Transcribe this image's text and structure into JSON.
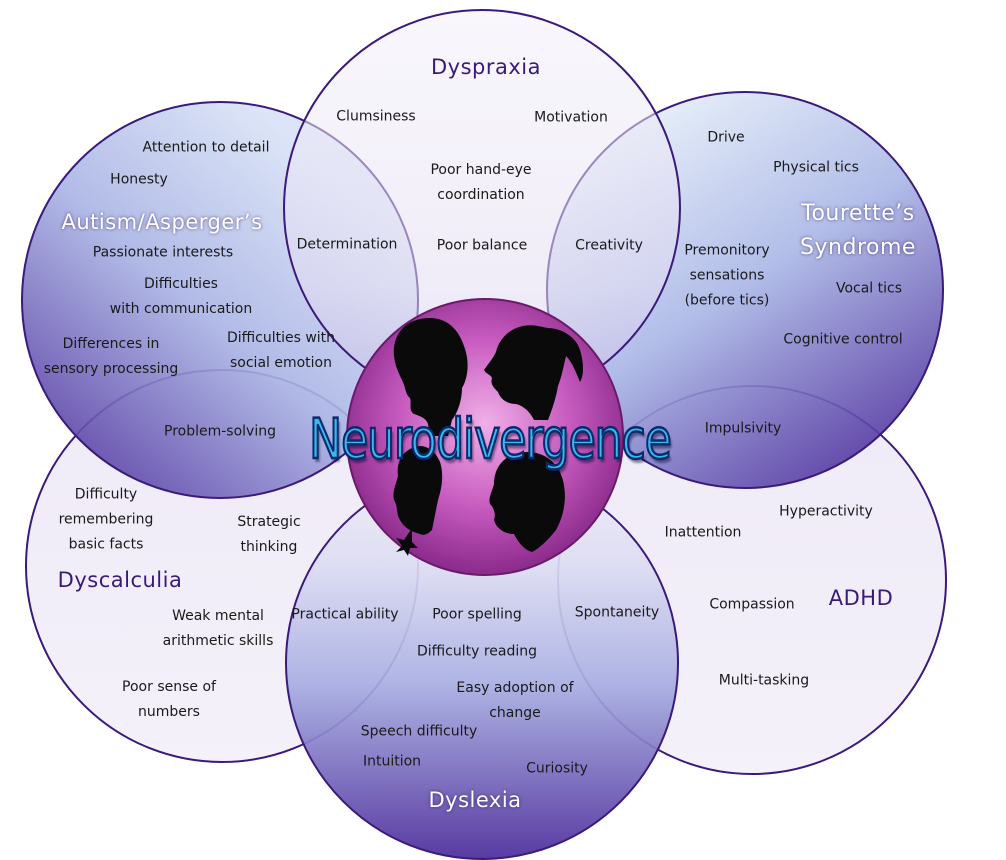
{
  "center_title": "Neurodivergence",
  "colors": {
    "petal_light": "#ece7f6",
    "petal_dark": "#4a2a9a",
    "petal_stroke": "#3a1a7a",
    "center_fill": "#b83fb0",
    "title_fill": "#38b8f0"
  },
  "categories": {
    "dyspraxia": "Dyspraxia",
    "autism": "Autism/Asperger’s",
    "tourettes": "Tourette’s\nSyndrome",
    "dyscalculia": "Dyscalculia",
    "adhd": "ADHD",
    "dyslexia": "Dyslexia"
  },
  "traits": {
    "dyspraxia": {
      "clumsiness": "Clumsiness",
      "motivation": "Motivation",
      "hand_eye": "Poor hand-eye\ncoordination",
      "poor_balance": "Poor balance"
    },
    "autism": {
      "attention_detail": "Attention to detail",
      "honesty": "Honesty",
      "passionate": "Passionate interests",
      "communication": "Difficulties\nwith communication",
      "sensory": "Differences in\nsensory processing",
      "social_emotion": "Difficulties with\nsocial emotion"
    },
    "tourettes": {
      "drive": "Drive",
      "physical_tics": "Physical tics",
      "premonitory": "Premonitory\nsensations\n(before tics)",
      "vocal_tics": "Vocal tics",
      "cognitive_control": "Cognitive control"
    },
    "dyscalculia": {
      "remembering": "Difficulty\nremembering\nbasic facts",
      "strategic": "Strategic\nthinking",
      "mental_arith": "Weak mental\narithmetic skills",
      "sense_numbers": "Poor sense of\nnumbers"
    },
    "adhd": {
      "hyperactivity": "Hyperactivity",
      "inattention": "Inattention",
      "compassion": "Compassion",
      "multitasking": "Multi-tasking"
    },
    "dyslexia": {
      "poor_spelling": "Poor spelling",
      "difficulty_reading": "Difficulty reading",
      "easy_adoption": "Easy adoption of\nchange",
      "speech": "Speech difficulty",
      "intuition": "Intuition",
      "curiosity": "Curiosity"
    },
    "shared": {
      "determination": "Determination",
      "creativity": "Creativity",
      "problem_solving": "Problem-solving",
      "impulsivity": "Impulsivity",
      "practical_ability": "Practical ability",
      "spontaneity": "Spontaneity"
    }
  }
}
